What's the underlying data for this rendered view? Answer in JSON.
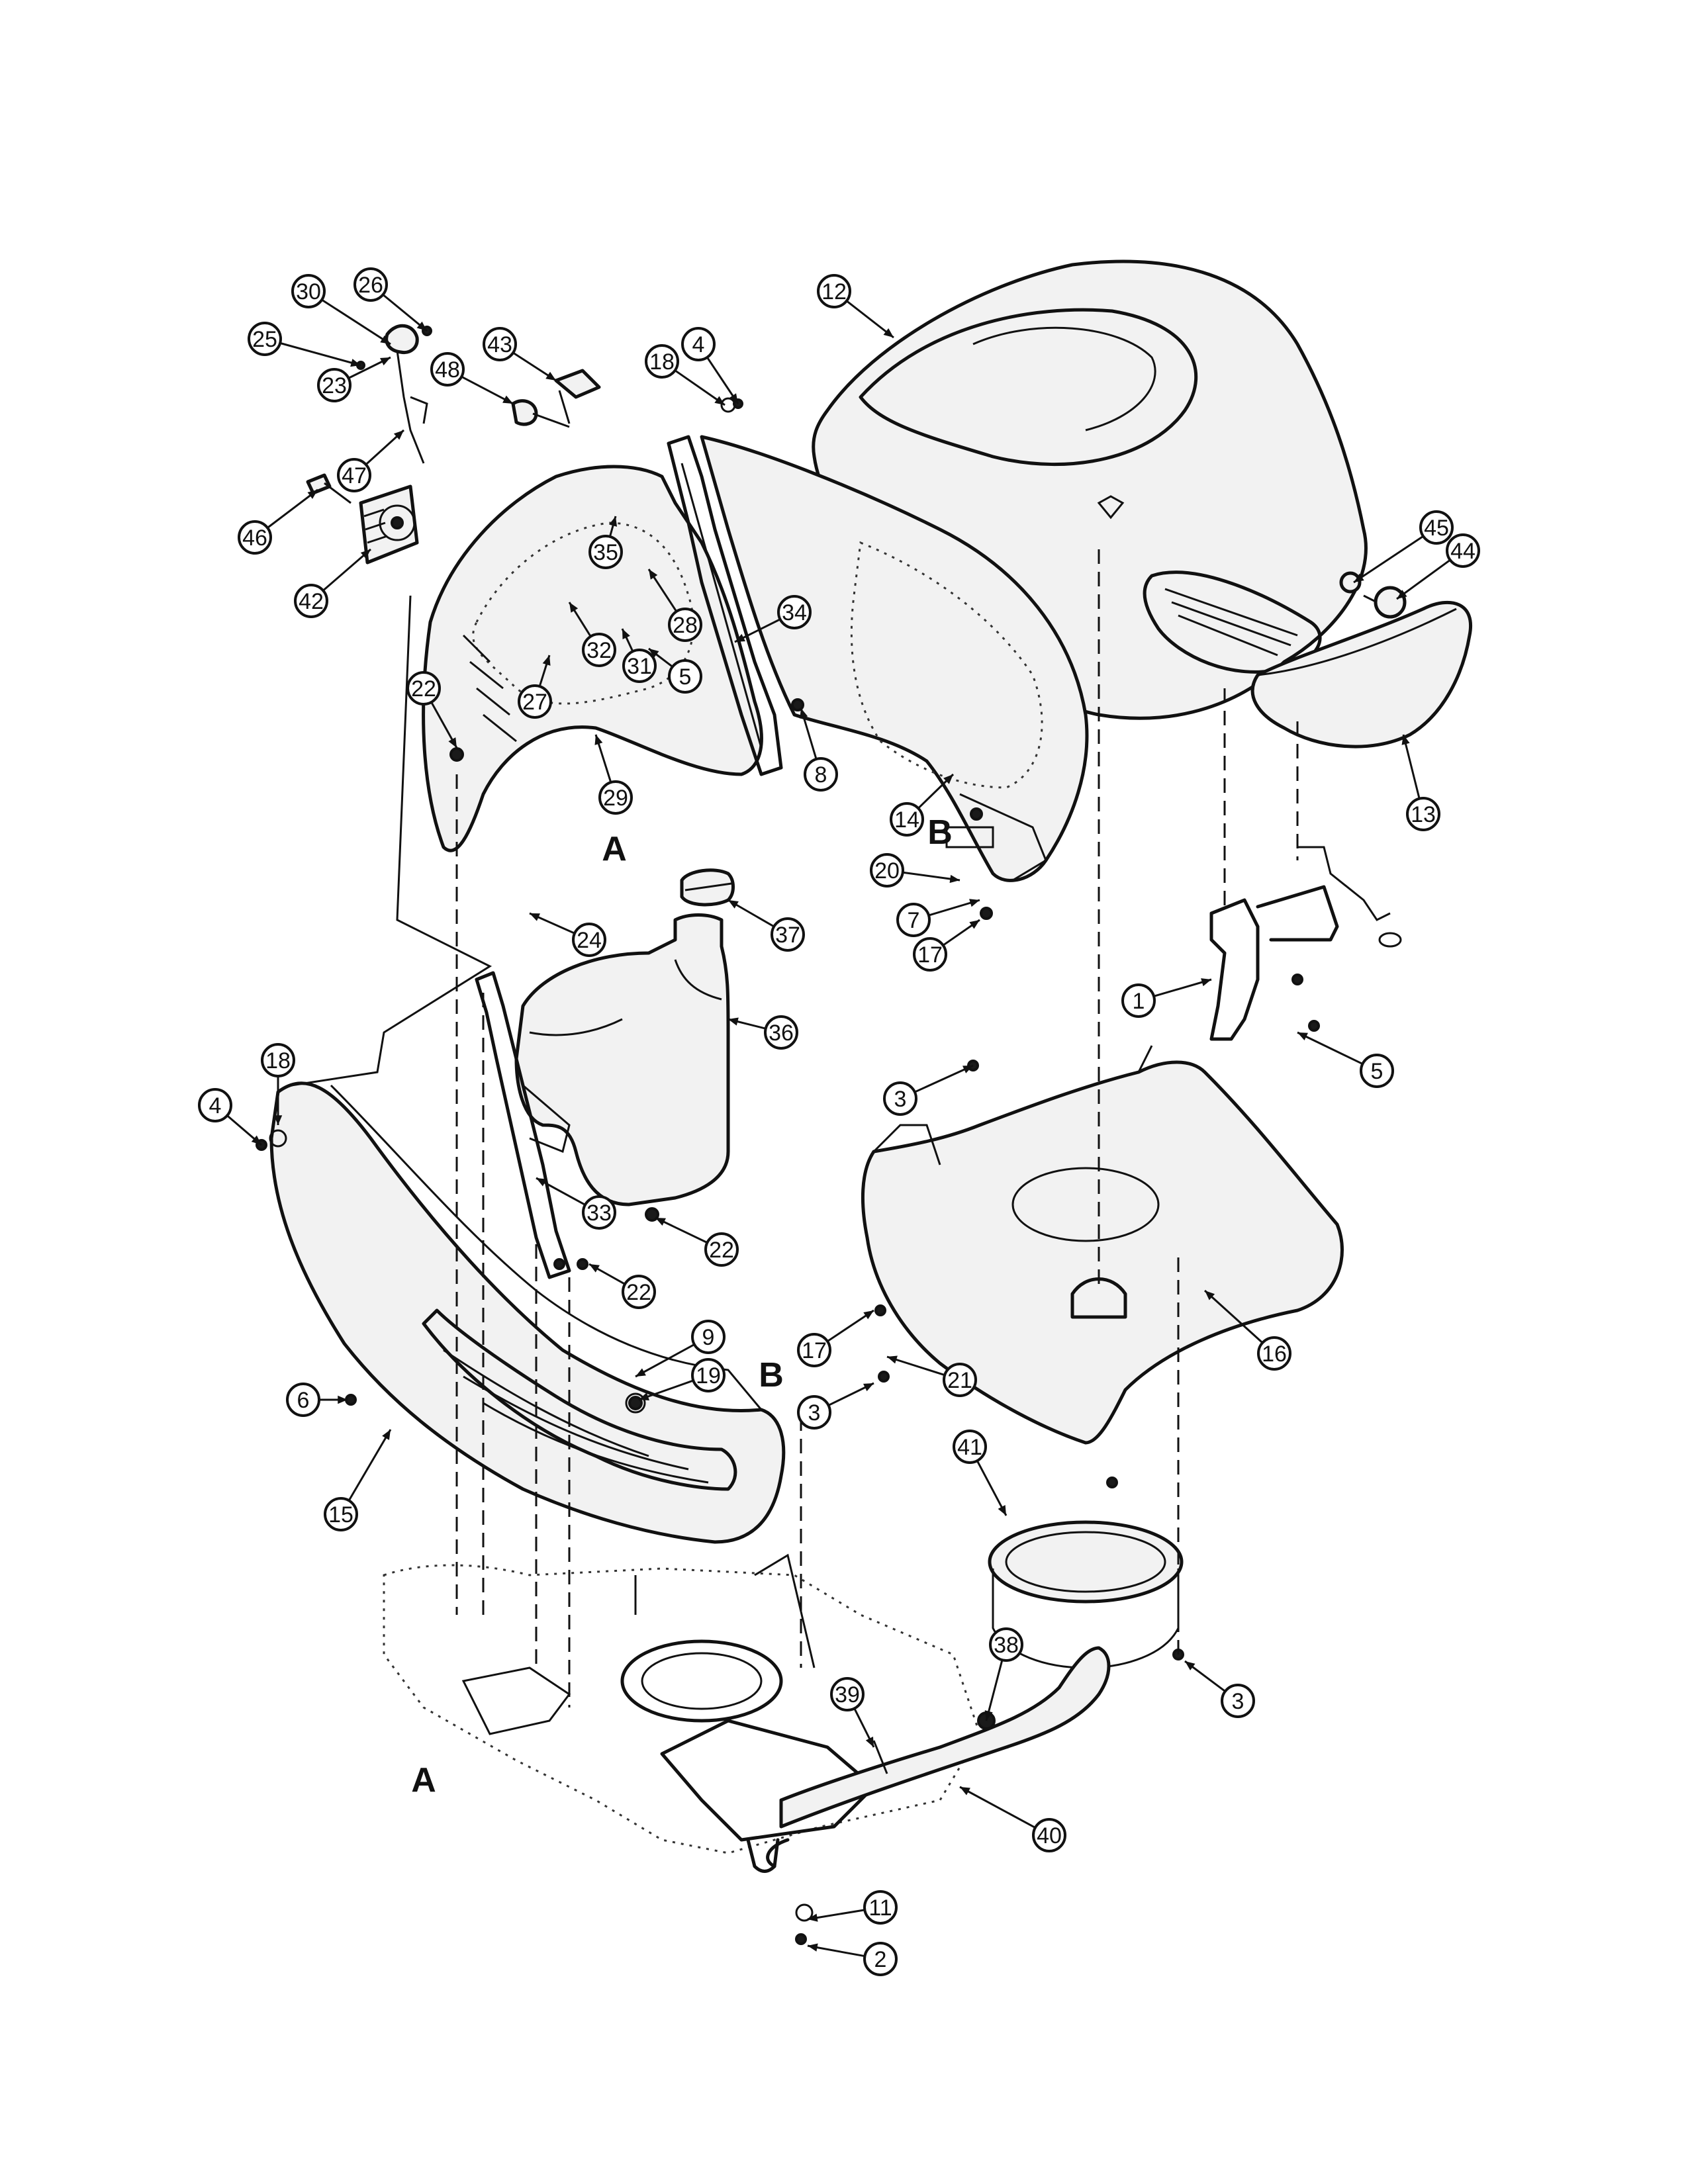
{
  "callouts": [
    {
      "label": "30"
    },
    {
      "label": "26"
    },
    {
      "label": "25"
    },
    {
      "label": "23"
    },
    {
      "label": "43"
    },
    {
      "label": "48"
    },
    {
      "label": "4"
    },
    {
      "label": "18"
    },
    {
      "label": "12"
    },
    {
      "label": "47"
    },
    {
      "label": "46"
    },
    {
      "label": "42"
    },
    {
      "label": "35"
    },
    {
      "label": "28"
    },
    {
      "label": "34"
    },
    {
      "label": "32"
    },
    {
      "label": "31"
    },
    {
      "label": "5"
    },
    {
      "label": "27"
    },
    {
      "label": "45"
    },
    {
      "label": "44"
    },
    {
      "label": "22"
    },
    {
      "label": "29"
    },
    {
      "label": "8"
    },
    {
      "label": "14"
    },
    {
      "label": "13"
    },
    {
      "label": "20"
    },
    {
      "label": "7"
    },
    {
      "label": "17"
    },
    {
      "label": "24"
    },
    {
      "label": "37"
    },
    {
      "label": "1"
    },
    {
      "label": "5"
    },
    {
      "label": "36"
    },
    {
      "label": "3"
    },
    {
      "label": "18"
    },
    {
      "label": "4"
    },
    {
      "label": "33"
    },
    {
      "label": "22"
    },
    {
      "label": "22"
    },
    {
      "label": "16"
    },
    {
      "label": "9"
    },
    {
      "label": "17"
    },
    {
      "label": "21"
    },
    {
      "label": "6"
    },
    {
      "label": "19"
    },
    {
      "label": "3"
    },
    {
      "label": "41"
    },
    {
      "label": "15"
    },
    {
      "label": "38"
    },
    {
      "label": "39"
    },
    {
      "label": "3"
    },
    {
      "label": "40"
    },
    {
      "label": "11"
    },
    {
      "label": "2"
    }
  ],
  "reference_letters": [
    {
      "label": "A"
    },
    {
      "label": "B"
    },
    {
      "label": "B"
    },
    {
      "label": "A"
    }
  ]
}
